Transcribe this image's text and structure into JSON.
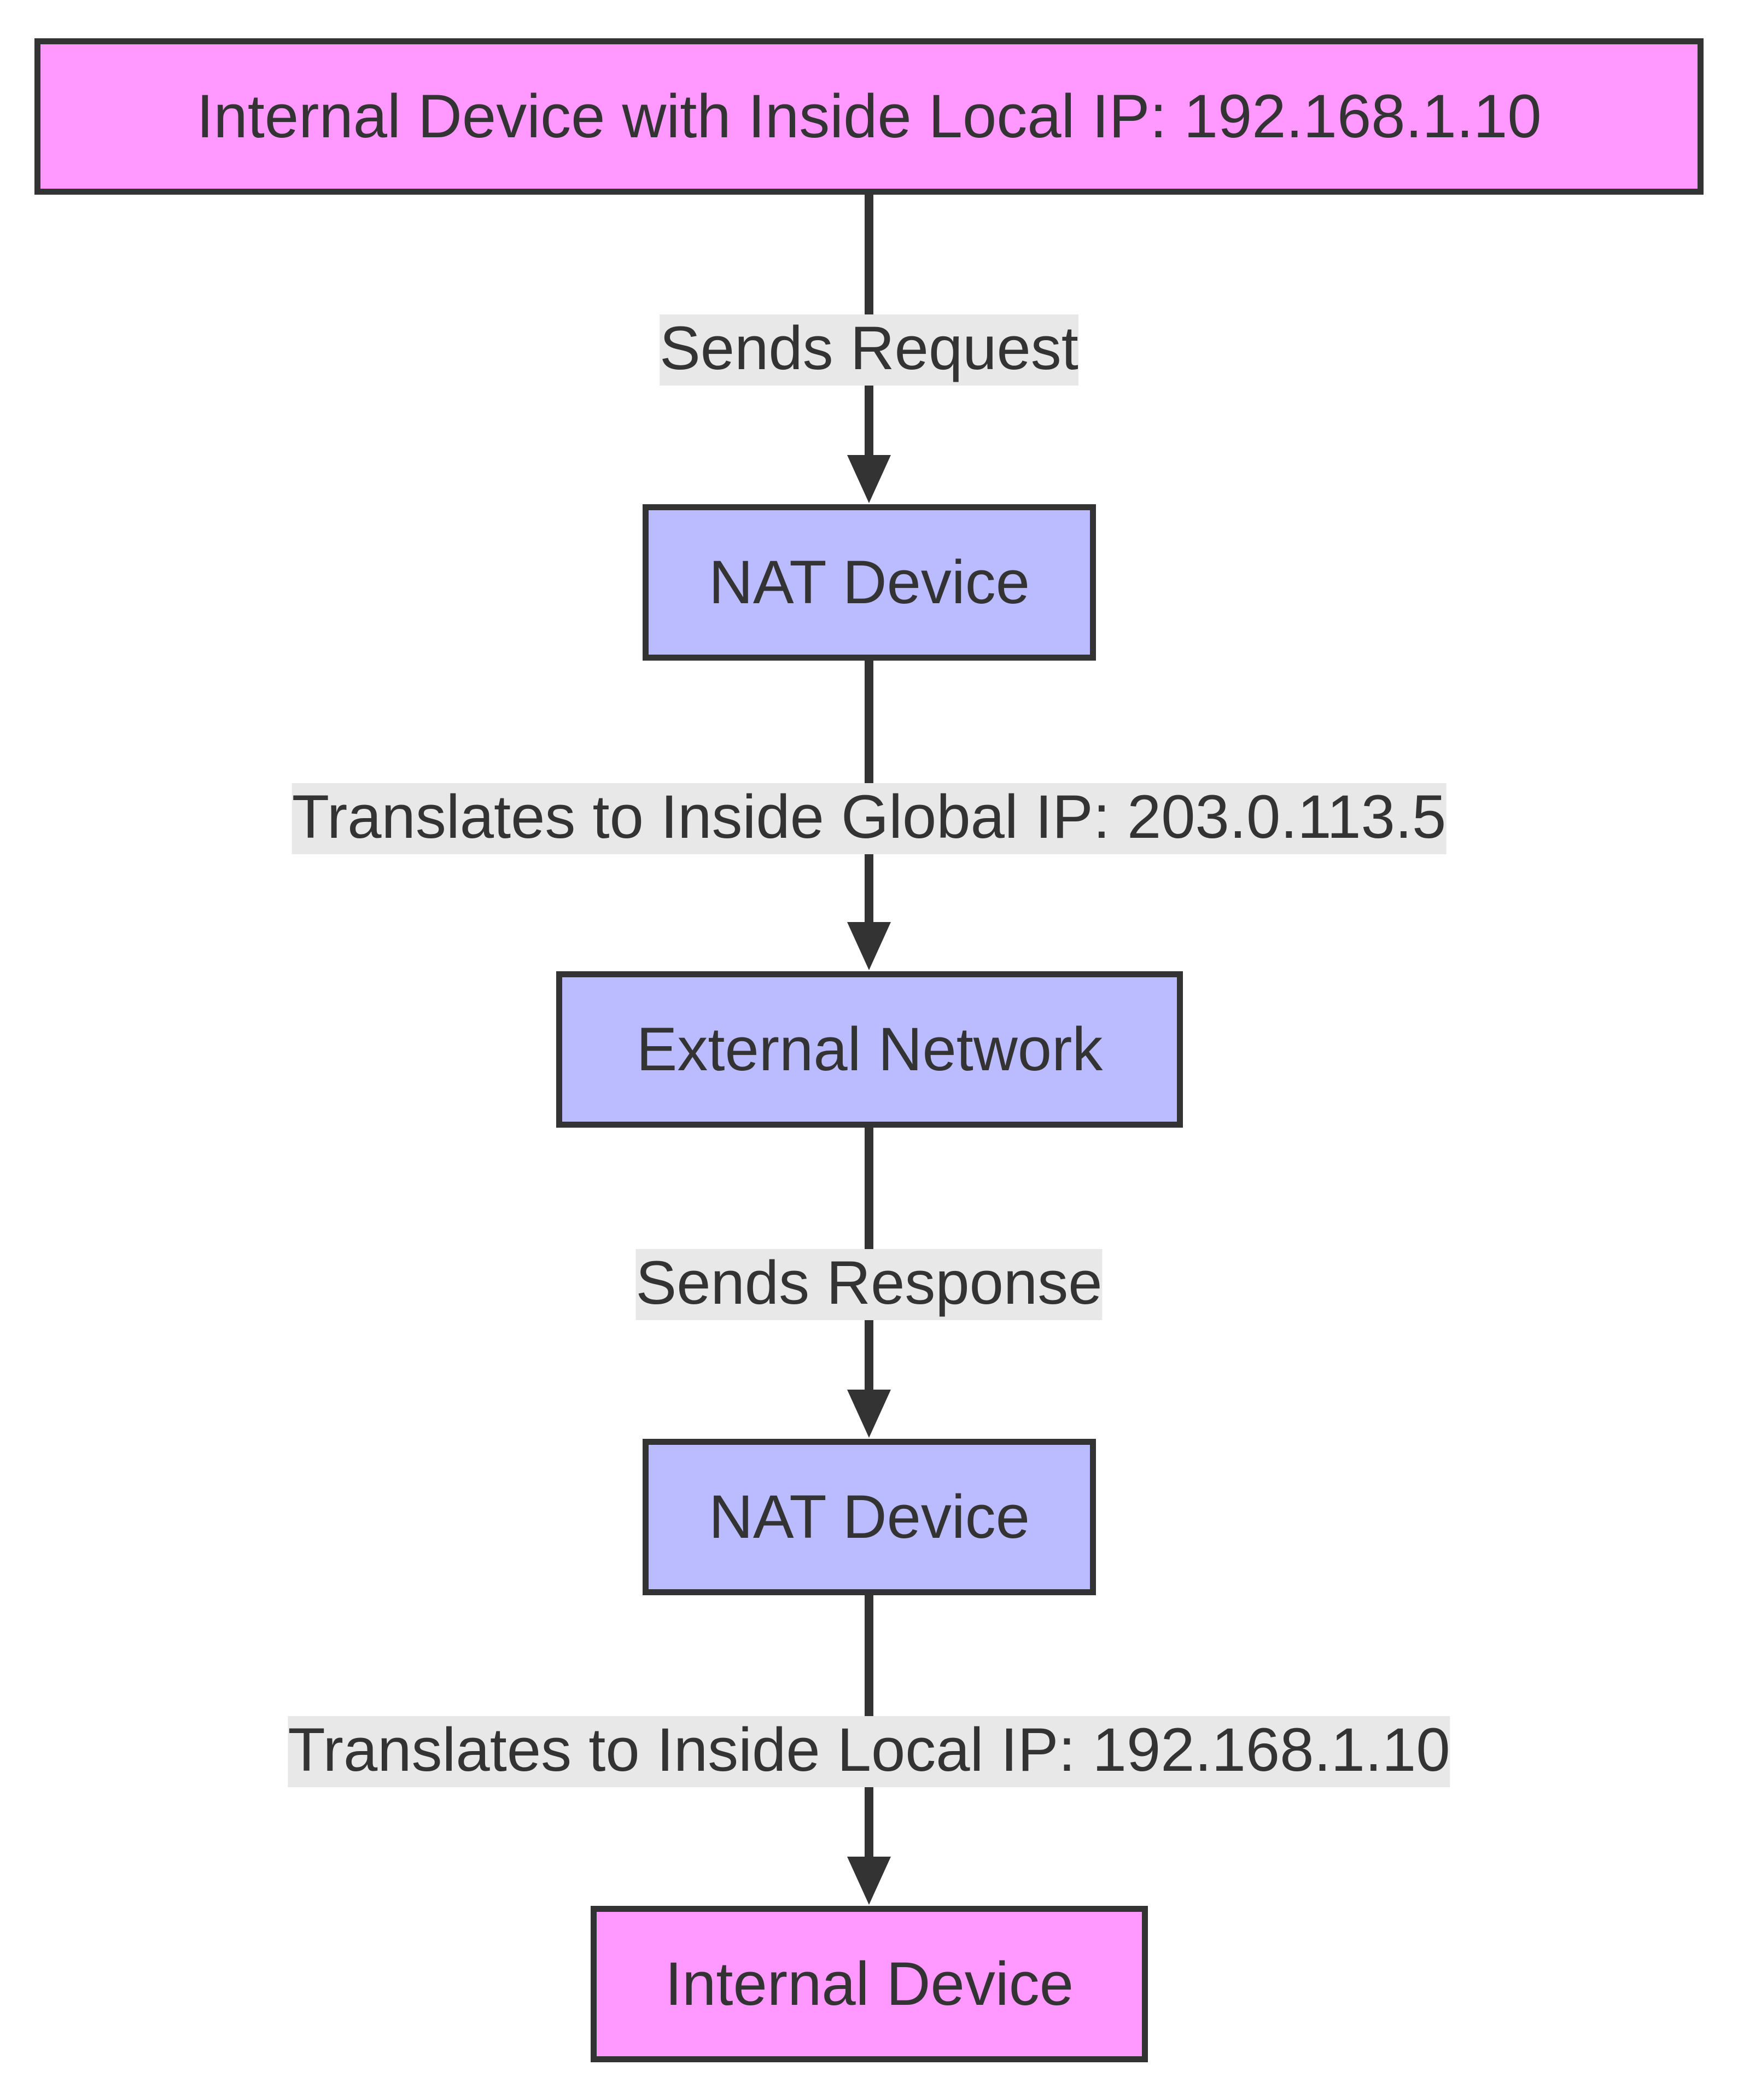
{
  "colors": {
    "endpoint_fill": "#ff99ff",
    "process_fill": "#bbbbff",
    "stroke": "#333333",
    "label_bg": "#e8e8e8",
    "text": "#333333"
  },
  "nodes": [
    {
      "id": "internal_src",
      "label": "Internal Device with Inside Local IP: 192.168.1.10",
      "kind": "endpoint"
    },
    {
      "id": "nat_1",
      "label": "NAT Device",
      "kind": "process"
    },
    {
      "id": "external",
      "label": "External Network",
      "kind": "process"
    },
    {
      "id": "nat_2",
      "label": "NAT Device",
      "kind": "process"
    },
    {
      "id": "internal_dst",
      "label": "Internal Device",
      "kind": "endpoint"
    }
  ],
  "edges": [
    {
      "from": "internal_src",
      "to": "nat_1",
      "label": "Sends Request"
    },
    {
      "from": "nat_1",
      "to": "external",
      "label": "Translates to Inside Global IP: 203.0.113.5"
    },
    {
      "from": "external",
      "to": "nat_2",
      "label": "Sends Response"
    },
    {
      "from": "nat_2",
      "to": "internal_dst",
      "label": "Translates to Inside Local IP: 192.168.1.10"
    }
  ]
}
